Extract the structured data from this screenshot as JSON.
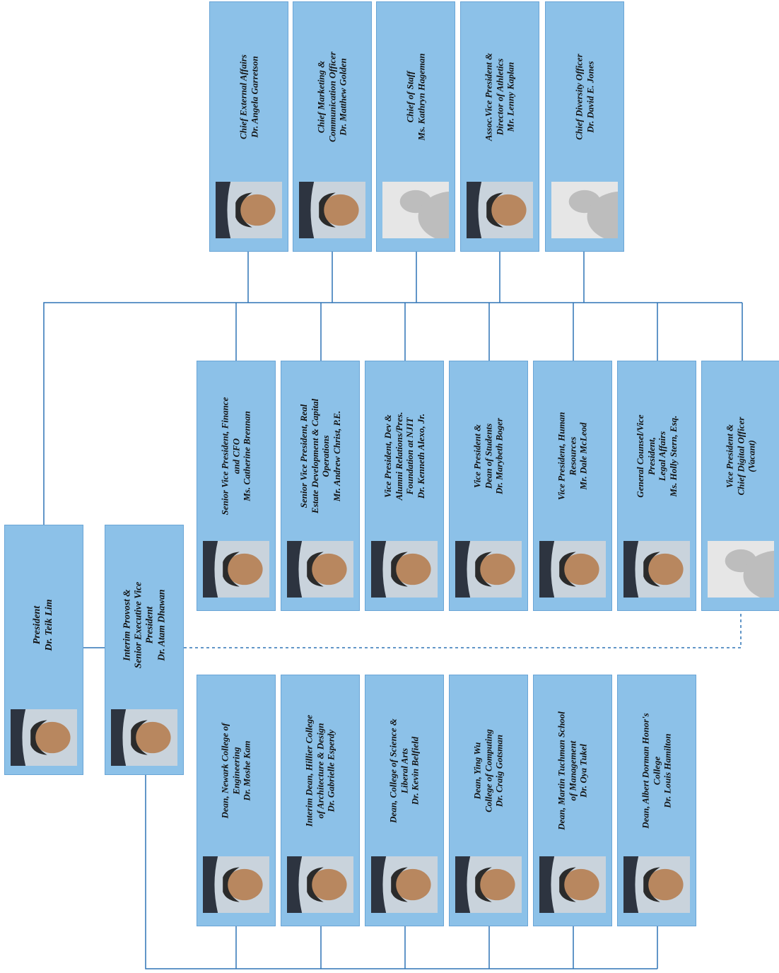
{
  "colors": {
    "box_fill": "#8cc1e8",
    "box_border": "#6aa5d6",
    "connector": "#2f74b5"
  },
  "president": {
    "lines": [
      "President",
      "Dr. Teik Lim"
    ],
    "photo": "portrait"
  },
  "provost": {
    "lines": [
      "Interim Provost &",
      "Senior Executive Vice",
      "President",
      "Dr. Atam Dhawan"
    ],
    "photo": "portrait"
  },
  "top_row": [
    {
      "lines": [
        "Chief External Affairs",
        "Dr. Angela Garretson"
      ],
      "photo": "portrait"
    },
    {
      "lines": [
        "Chief Marketing &",
        "Communication Officer",
        "Dr. Matthew Golden"
      ],
      "photo": "portrait"
    },
    {
      "lines": [
        "Chief of Staff",
        "Ms. Kathryn Hageman"
      ],
      "photo": "placeholder"
    },
    {
      "lines": [
        "Assoc.Vice President &",
        "Director of Athletics",
        "Mr. Lenny Kaplan"
      ],
      "photo": "portrait"
    },
    {
      "lines": [
        "Chief Diversity Officer",
        "Dr. David E. Jones"
      ],
      "photo": "placeholder"
    }
  ],
  "vp_row": [
    {
      "lines": [
        "Senior Vice President, Finance",
        "and CFO",
        "Ms. Catherine Brennan"
      ],
      "photo": "portrait"
    },
    {
      "lines": [
        "Senior Vice President, Real",
        "Estate Development & Capital",
        "Operations",
        "Mr. Andrew Christ, P.E."
      ],
      "photo": "portrait"
    },
    {
      "lines": [
        "Vice President, Dev &",
        "Alumni Relations/Pres.",
        "Foundation at NJIT",
        "Dr. Kenneth Alexo, Jr."
      ],
      "photo": "portrait"
    },
    {
      "lines": [
        "Vice President &",
        "Dean of Students",
        "Dr. Marybeth Boger"
      ],
      "photo": "portrait"
    },
    {
      "lines": [
        "Vice President, Human",
        "Resources",
        "Mr. Dale McLeod"
      ],
      "photo": "portrait"
    },
    {
      "lines": [
        "General Counsel/Vice",
        "President,",
        "Legal Affairs",
        "Ms. Holly Stern, Esq."
      ],
      "photo": "portrait"
    },
    {
      "lines": [
        "Vice President &",
        "Chief Digital Officer",
        "(Vacant)"
      ],
      "photo": "placeholder"
    }
  ],
  "dean_row": [
    {
      "lines": [
        "Dean, Newark College of",
        "Engineering",
        "Dr. Moshe Kam"
      ],
      "photo": "portrait"
    },
    {
      "lines": [
        "Interim Dean, Hillier College",
        "of Architecture & Design",
        "Dr. Gabrielle Esperdy"
      ],
      "photo": "portrait"
    },
    {
      "lines": [
        "Dean, College of Science &",
        "Liberal Arts",
        "Dr. Kevin Belfield"
      ],
      "photo": "portrait"
    },
    {
      "lines": [
        "Dean, Ying Wu",
        "College of Computing",
        "Dr. Craig Gotsman"
      ],
      "photo": "portrait"
    },
    {
      "lines": [
        "Dean, Martin Tuchman School",
        "of Management",
        "Dr. Oya Tukel"
      ],
      "photo": "portrait"
    },
    {
      "lines": [
        "Dean, Albert Dorman Honor's",
        "College",
        "Dr. Louis Hamilton"
      ],
      "photo": "portrait"
    }
  ]
}
